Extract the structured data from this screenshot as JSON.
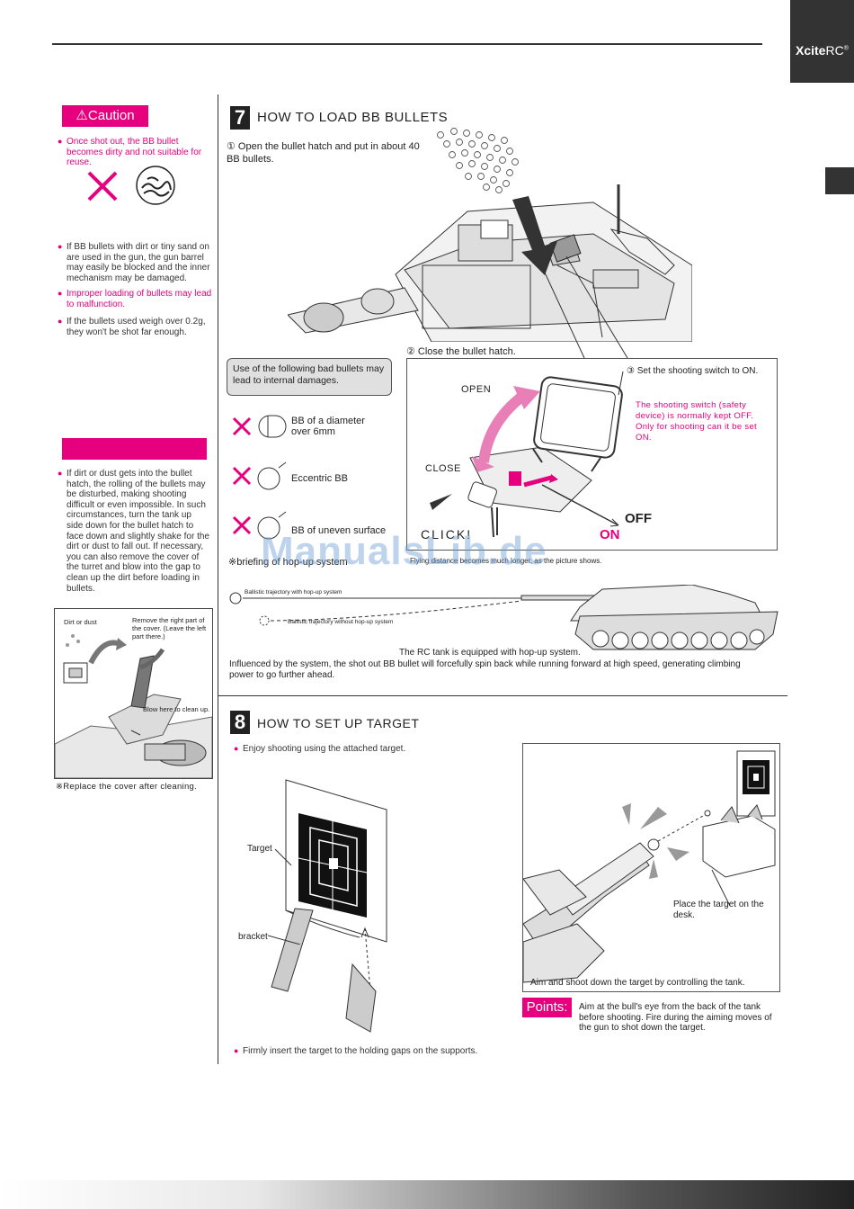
{
  "brand": {
    "name": "Xcite",
    "suffix": "RC",
    "mark": "®"
  },
  "watermark": "ManualsLib.de",
  "sidebar": {
    "caution_label": "Caution",
    "caution_notes": [
      "Once shot out, the BB bullet becomes dirty and not suitable for reuse.",
      "If BB bullets with dirt or tiny sand on are used in the gun, the gun barrel may easily be blocked and the inner mechanism may be damaged.",
      "Improper loading of bullets may lead to malfunction.",
      "If the bullets used weigh over 0.2g, they won't be shot far enough."
    ],
    "dirt_note": "If dirt or dust gets into the bullet hatch, the rolling of the bullets may be disturbed, making shooting difficult or even impossible. In such circumstances, turn the tank up side down for the bullet hatch to face down and slightly shake for the dirt or dust to fall out. If necessary, you can also remove the cover of the turret and blow into the gap to clean up the dirt before loading in bullets.",
    "figure_labels": {
      "dirt": "Dirt or dust",
      "remove": "Remove the right part of the cover. (Leave the left part there.)",
      "blow": "Blow here to clean up."
    },
    "replace_note": "※Replace the cover after cleaning."
  },
  "section7": {
    "number": "7",
    "title": "HOW TO LOAD BB BULLETS",
    "step1": "① Open the bullet hatch and put in about 40 BB bullets.",
    "step2": "② Close the bullet hatch.",
    "step3": "③ Set the shooting switch to ON.",
    "safety_note": "The shooting switch (safety device) is normally kept OFF. Only for shooting can it be set ON.",
    "open_label": "OPEN",
    "close_label": "CLOSE",
    "click_label": "CLICK!",
    "off_label": "OFF",
    "on_label": "ON",
    "bad_bullets_note": "Use of the following bad bullets may lead to internal damages.",
    "bad_bullets": [
      "BB of a diameter over 6mm",
      "Eccentric BB",
      "BB of uneven surface"
    ],
    "briefing_start": "※briefing of hop-up system",
    "briefing_end": "Flying distance becomes much longer, as the picture shows.",
    "trajectory_with": "Ballistic trajectory with hop-up system",
    "trajectory_without": "Ballistic trajectory without hop-up system",
    "hopup_caption": "The RC tank is equipped with hop-up system.",
    "hopup_desc": "Influenced by the system, the shot out BB bullet will forcefully spin back while running forward at high speed, generating climbing power to go further ahead."
  },
  "section8": {
    "number": "8",
    "title": "HOW TO SET UP TARGET",
    "enjoy": "Enjoy shooting using the attached target.",
    "target_label": "Target",
    "bracket_label": "bracket",
    "insert_note": "Firmly insert the target to the holding gaps on the supports.",
    "place_note": "Place the target on the desk.",
    "aim_caption": "Aim and shoot down the target by controlling the tank.",
    "points_label": "Points:",
    "points_text": "Aim at the bull's eye from the back of the tank before shooting. Fire during the aiming moves of the gun to shot down the target."
  }
}
